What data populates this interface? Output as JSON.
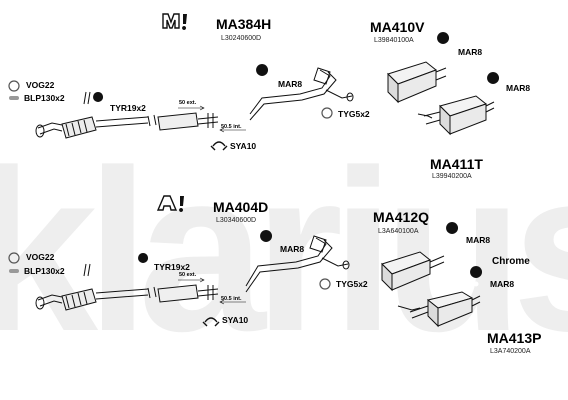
{
  "watermark": "klarius",
  "sections": [
    {
      "id": "M",
      "logo_letter": "M",
      "main": {
        "code": "MA384H",
        "ref": "L30240600D"
      },
      "rear": {
        "code": "MA410V",
        "ref": "L39840100A"
      },
      "alt": {
        "code": "MA411T",
        "ref": "L39940200A"
      }
    },
    {
      "id": "A",
      "logo_letter": "A",
      "main": {
        "code": "MA404D",
        "ref": "L30340600D"
      },
      "rear": {
        "code": "MA412Q",
        "ref": "L3A640100A"
      },
      "alt": {
        "code": "MA413P",
        "ref": "L3A740200A"
      }
    }
  ],
  "labels": {
    "top": {
      "vog": "VOG22",
      "blp": "BLP130x2",
      "tyr": "TYR19x2",
      "mar1": "MAR8",
      "tyg": "TYG5x2",
      "sya": "SYA10",
      "mar2": "MAR8",
      "mar3": "MAR8",
      "ext": "50 ext.",
      "int": "50.5 int."
    },
    "bottom": {
      "vog": "VOG22",
      "blp": "BLP130x2",
      "tyr": "TYR19x2",
      "mar1": "MAR8",
      "tyg": "TYG5x2",
      "sya": "SYA10",
      "mar2": "MAR8",
      "mar3": "MAR8",
      "ext": "50 ext.",
      "int": "50.5 int."
    }
  },
  "chrome": "Chrome"
}
